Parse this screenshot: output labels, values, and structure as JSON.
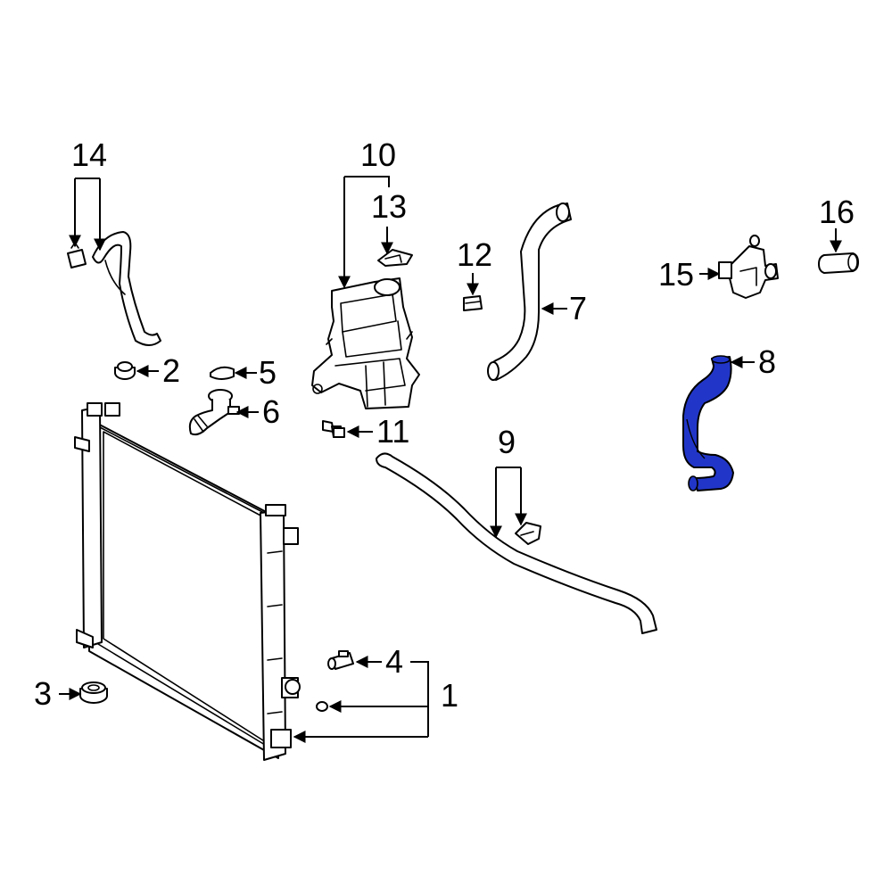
{
  "callouts": {
    "c1": "1",
    "c2": "2",
    "c3": "3",
    "c4": "4",
    "c5": "5",
    "c6": "6",
    "c7": "7",
    "c8": "8",
    "c9": "9",
    "c10": "10",
    "c11": "11",
    "c12": "12",
    "c13": "13",
    "c14": "14",
    "c15": "15",
    "c16": "16"
  },
  "colors": {
    "line": "#000000",
    "highlight": "#2136c8",
    "background": "#ffffff"
  },
  "highlighted_part": "8"
}
